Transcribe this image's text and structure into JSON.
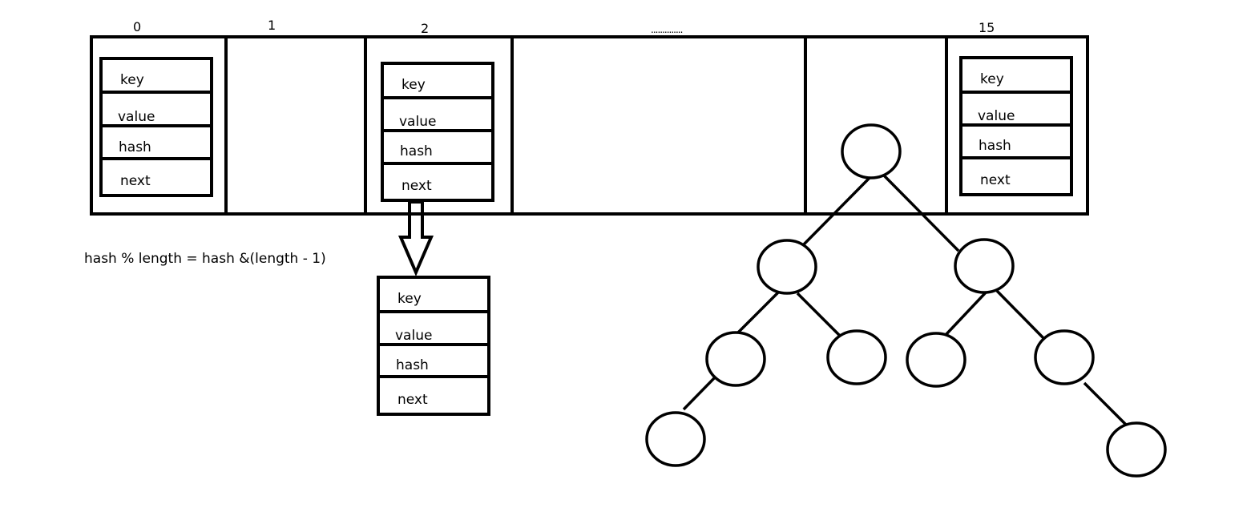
{
  "bucket_indices": [
    "0",
    "1",
    "2",
    "15"
  ],
  "ellipsis": "..............",
  "entry_fields": [
    "key",
    "value",
    "hash",
    "next"
  ],
  "formula": "hash % length =  hash &(length - 1)"
}
